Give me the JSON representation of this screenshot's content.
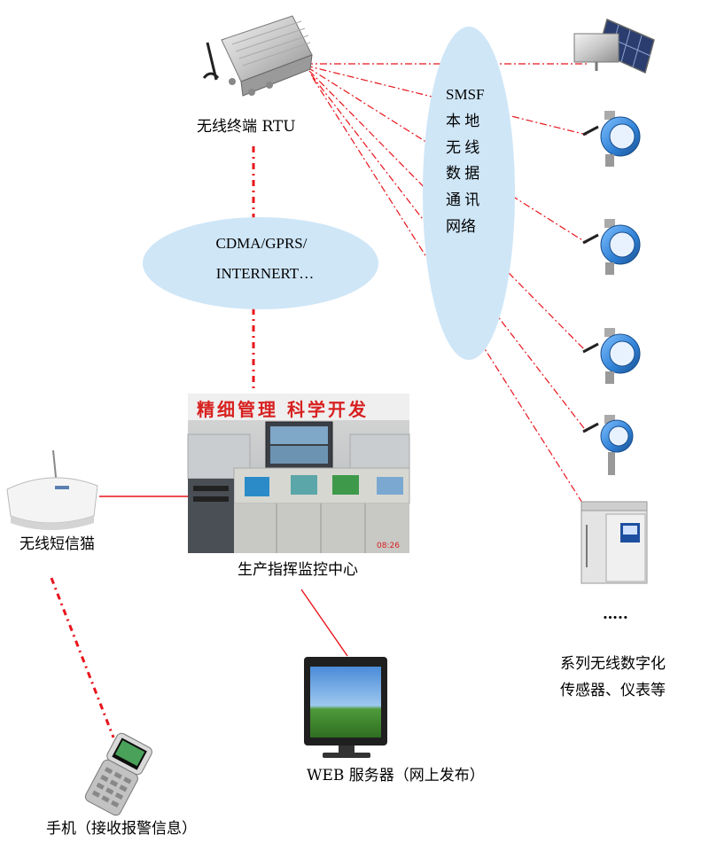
{
  "rtu": {
    "label": "无线终端 RTU"
  },
  "cloud_internet": {
    "line1": "CDMA/GPRS/",
    "line2": "INTERNERT…"
  },
  "cloud_local": {
    "lines": [
      "SMSF",
      "本  地",
      "无  线",
      "数  据",
      "通  讯",
      "网络"
    ]
  },
  "center": {
    "label": "生产指挥监控中心",
    "banner": "精细管理  科学开发"
  },
  "modem": {
    "label": "无线短信猫"
  },
  "web_server": {
    "label": "WEB 服务器（网上发布）"
  },
  "phone": {
    "label": "手机（接收报警信息）"
  },
  "sensors": {
    "ellipsis": "…..",
    "caption_line1": "系列无线数字化",
    "caption_line2": "传感器、仪表等"
  },
  "colors": {
    "link_red": "#e8141c",
    "cloud_fill": "#cfe6f7",
    "sensor_blue": "#2e7fd4"
  }
}
